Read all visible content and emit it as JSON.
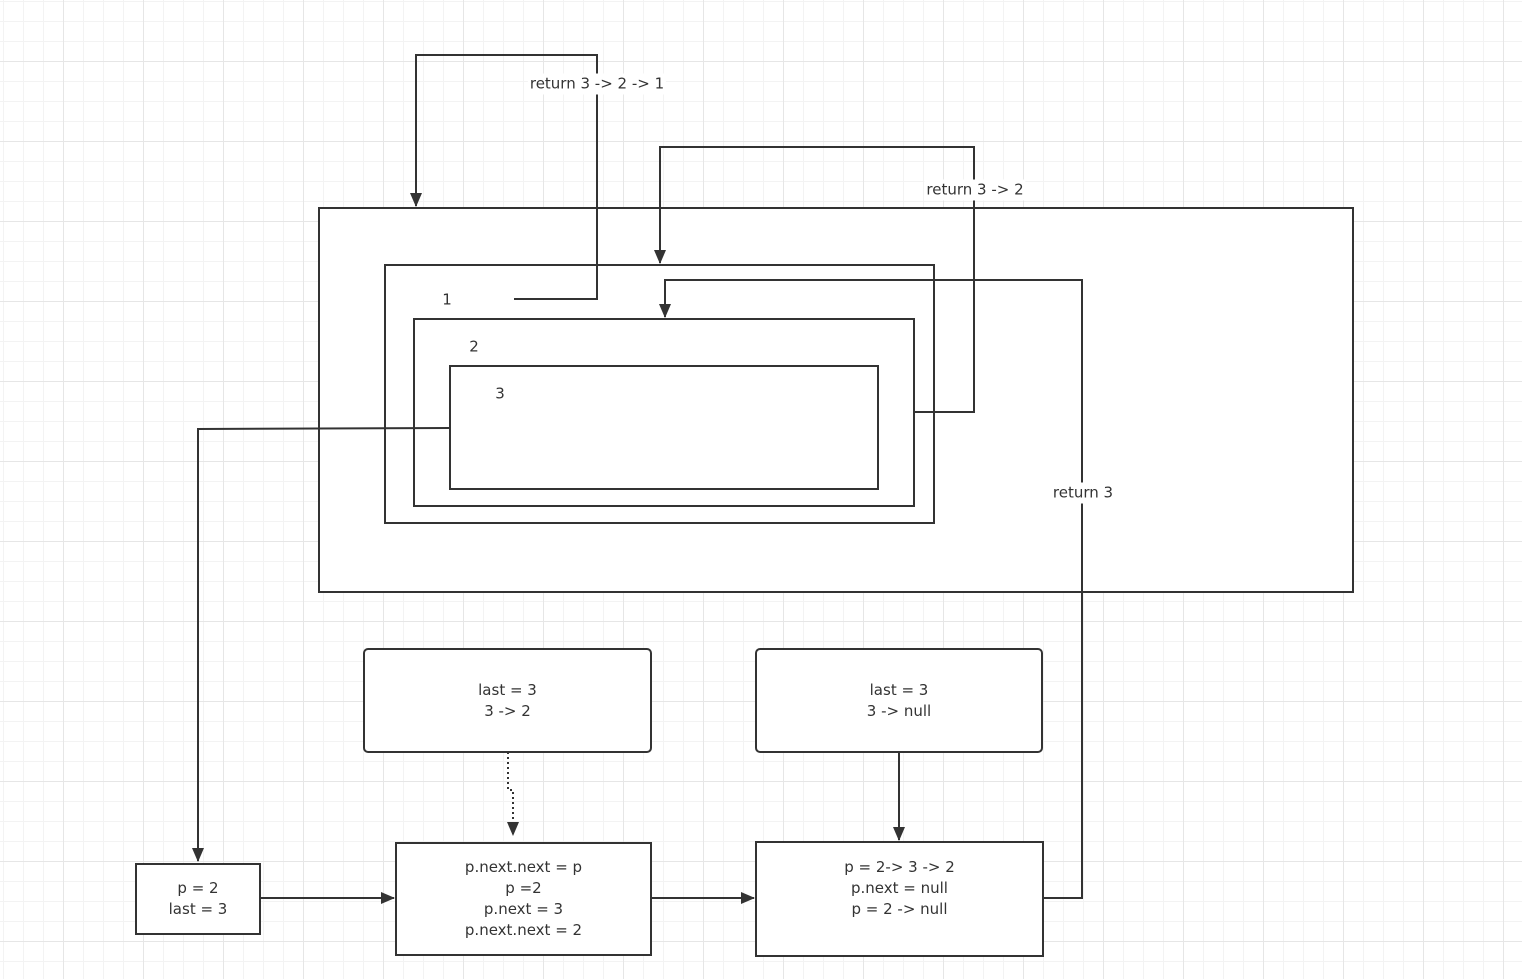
{
  "containers": {
    "outer": "",
    "frame1_label": "1",
    "frame2_label": "2",
    "frame3_label": "3"
  },
  "edges": {
    "return1": "return 3 -> 2 -> 1",
    "return2": "return 3 -> 2",
    "return3": "return 3"
  },
  "boxes": {
    "state_top_left": [
      "last = 3",
      "3  -> 2"
    ],
    "state_top_right": [
      "last = 3",
      "3  -> null"
    ],
    "start": [
      "p = 2",
      "last = 3"
    ],
    "step_middle": [
      "p.next.next = p",
      "p =2",
      "p.next = 3",
      "p.next.next = 2"
    ],
    "step_right": [
      "p = 2-> 3 -> 2",
      "p.next = null",
      "p = 2 -> null"
    ]
  },
  "colors": {
    "stroke": "#333333",
    "background": "#ffffff"
  }
}
